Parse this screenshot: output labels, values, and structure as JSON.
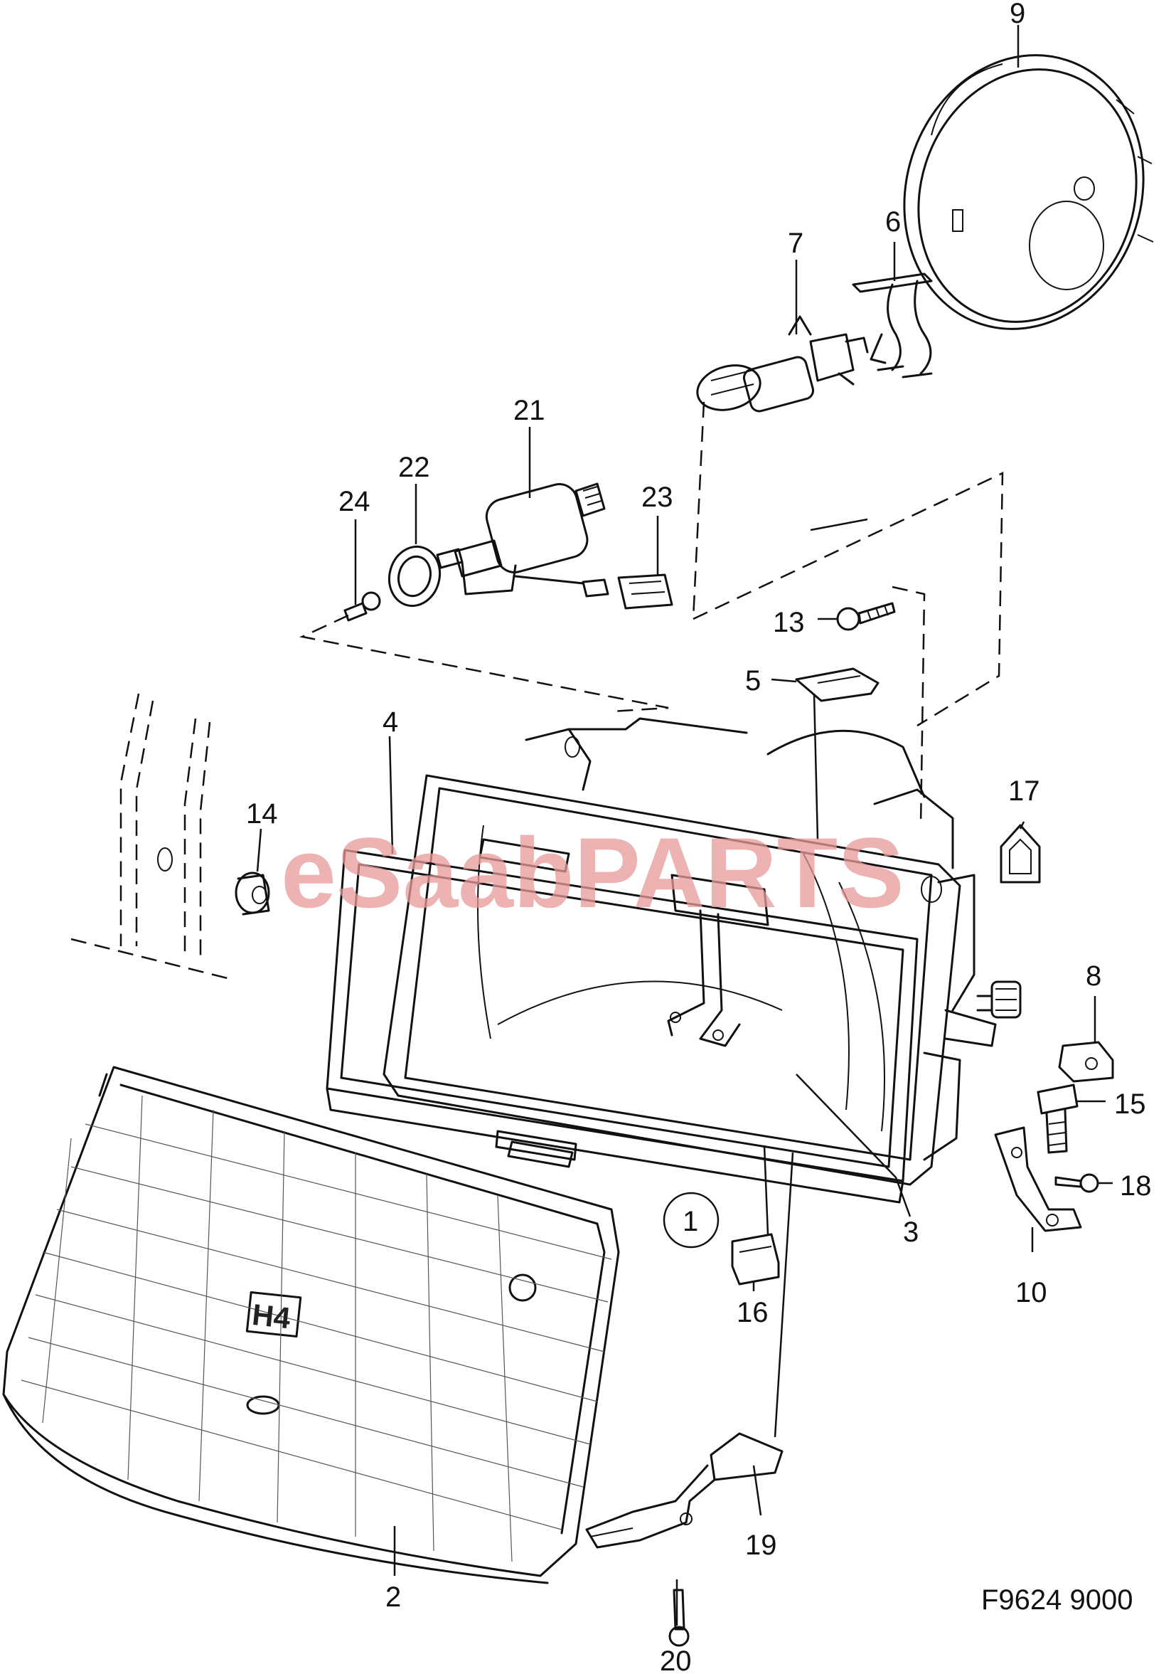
{
  "diagram": {
    "figure_code": "F9624 9000",
    "watermark": "eSaabPARTS",
    "lens_marking": "H4",
    "note_marker": "1",
    "callouts": [
      {
        "id": "c1",
        "label": "1"
      },
      {
        "id": "c2",
        "label": "2"
      },
      {
        "id": "c3",
        "label": "3"
      },
      {
        "id": "c4",
        "label": "4"
      },
      {
        "id": "c5",
        "label": "5"
      },
      {
        "id": "c6",
        "label": "6"
      },
      {
        "id": "c7",
        "label": "7"
      },
      {
        "id": "c8",
        "label": "8"
      },
      {
        "id": "c9",
        "label": "9"
      },
      {
        "id": "c10",
        "label": "10"
      },
      {
        "id": "c13",
        "label": "13"
      },
      {
        "id": "c14",
        "label": "14"
      },
      {
        "id": "c15",
        "label": "15"
      },
      {
        "id": "c16",
        "label": "16"
      },
      {
        "id": "c17",
        "label": "17"
      },
      {
        "id": "c18",
        "label": "18"
      },
      {
        "id": "c19",
        "label": "19"
      },
      {
        "id": "c20",
        "label": "20"
      },
      {
        "id": "c21",
        "label": "21"
      },
      {
        "id": "c22",
        "label": "22"
      },
      {
        "id": "c23",
        "label": "23"
      },
      {
        "id": "c24",
        "label": "24"
      }
    ]
  }
}
